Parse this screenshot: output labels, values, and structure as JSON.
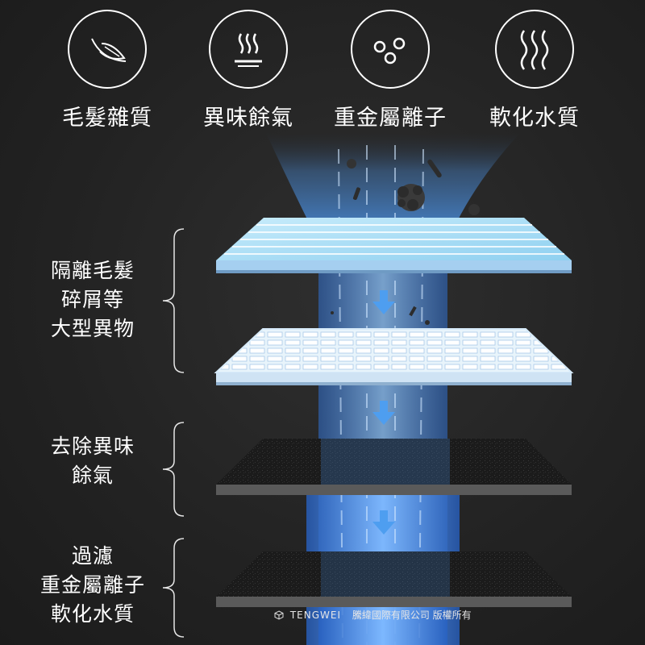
{
  "top_icons": [
    {
      "label": "毛髮雜質",
      "icon": "feather-icon"
    },
    {
      "label": "異味餘氣",
      "icon": "steam-icon"
    },
    {
      "label": "重金屬離子",
      "icon": "ion-dots-icon"
    },
    {
      "label": "軟化水質",
      "icon": "wavy-lines-icon"
    }
  ],
  "stages": [
    {
      "lines": [
        "隔離毛髮",
        "碎屑等",
        "大型異物"
      ]
    },
    {
      "lines": [
        "去除異味",
        "餘氣"
      ]
    },
    {
      "lines": [
        "過濾",
        "重金屬離子",
        "軟化水質"
      ]
    }
  ],
  "footer": {
    "brand": "TENGWEI",
    "copyright": "騰緯國際有限公司 版權所有"
  },
  "colors": {
    "background": "#252525",
    "water_flow": "#4a8fe0",
    "filter_light": "#a9d6ef",
    "filter_carbon": "#1a1a1a",
    "arrow": "#4e9ef0"
  }
}
